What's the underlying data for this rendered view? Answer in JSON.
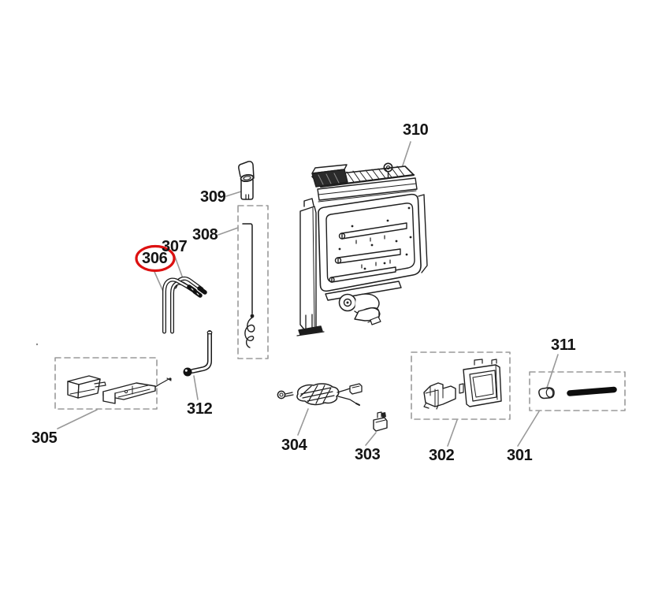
{
  "diagram": {
    "kind": "exploded-parts-diagram",
    "highlighted_callout": "306",
    "callouts": {
      "p301": "301",
      "p302": "302",
      "p303": "303",
      "p304": "304",
      "p305": "305",
      "p306": "306",
      "p307": "307",
      "p308": "308",
      "p309": "309",
      "p310": "310",
      "p311": "311",
      "p312": "312"
    },
    "colors": {
      "line": "#1a1a1a",
      "leader": "#999999",
      "dashed_box": "#9a9a9a",
      "highlight": "#dd1111",
      "background": "#ffffff"
    }
  }
}
